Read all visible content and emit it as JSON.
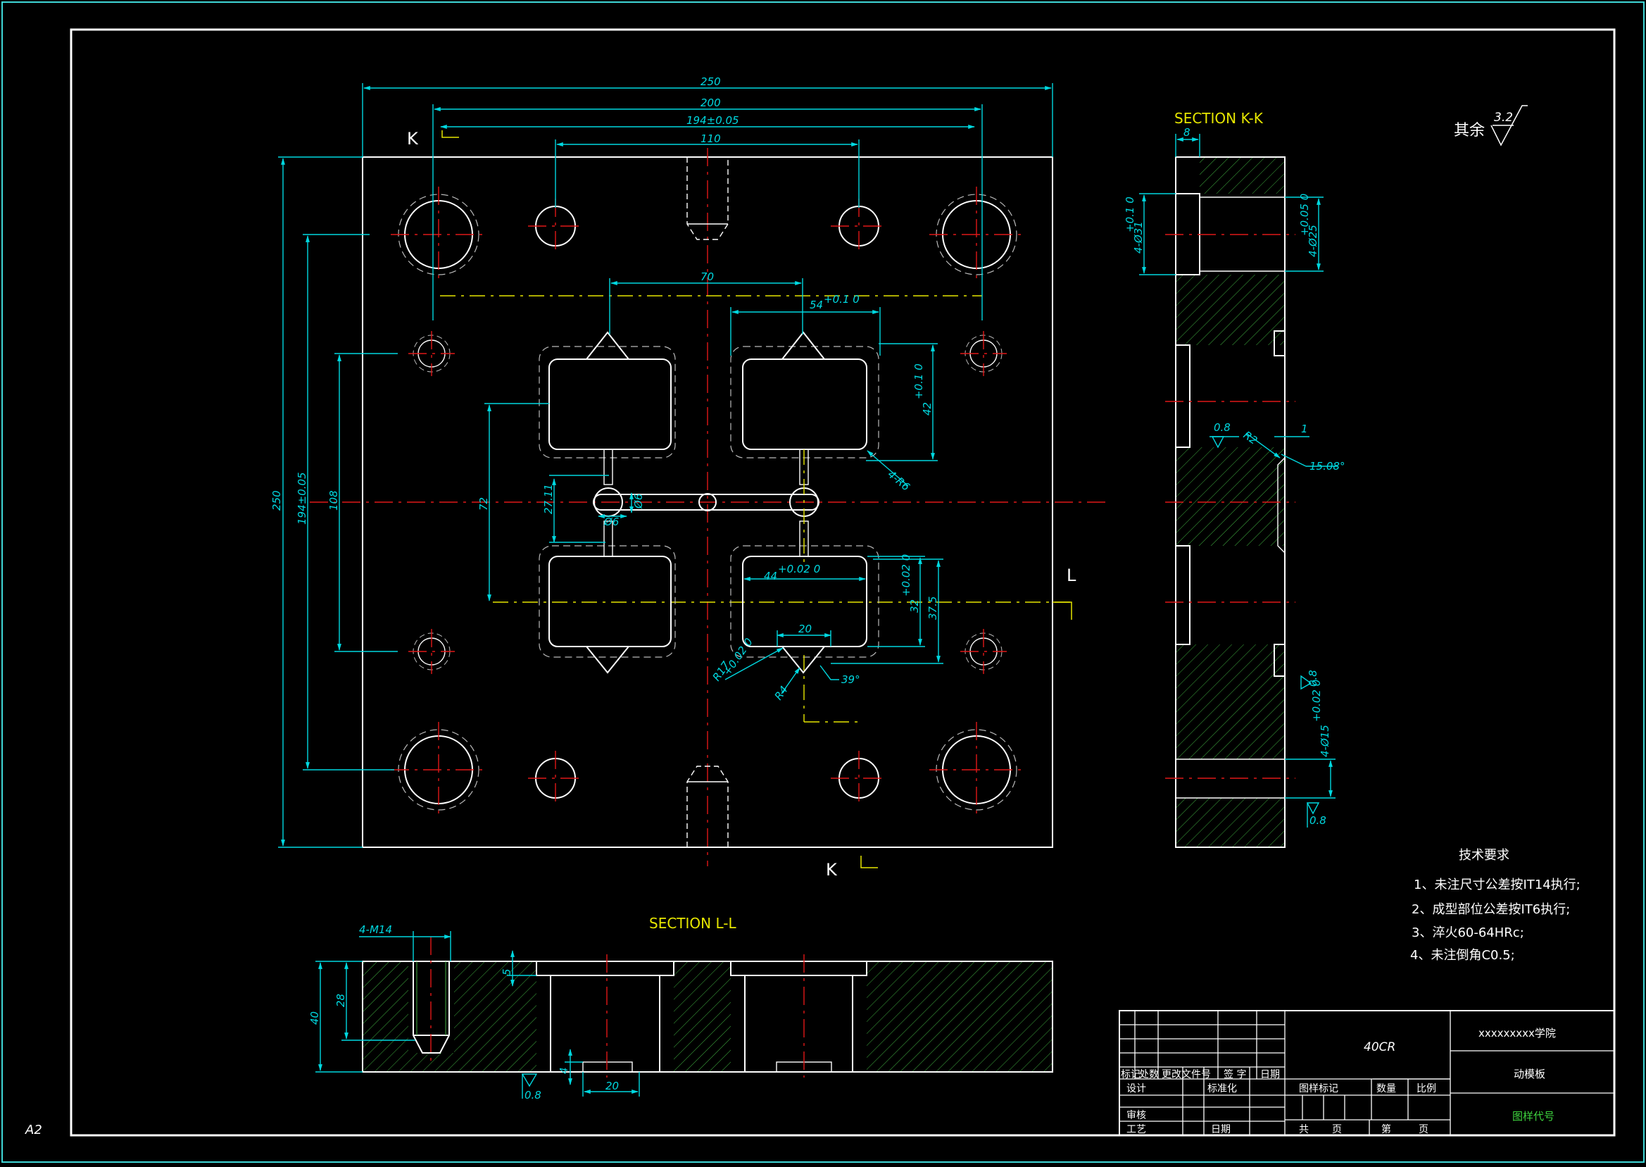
{
  "drawing": {
    "sheet_size": "A2",
    "material": "40CR",
    "school": "xxxxxxxxx学院",
    "part_name": "动模板",
    "drawing_no": "图样代号",
    "surface_finish": {
      "label": "其余",
      "value": "3.2"
    }
  },
  "views": {
    "section_kk": "SECTION K-K",
    "section_ll": "SECTION L-L",
    "cut_k": "K",
    "cut_l": "L"
  },
  "dims_top": {
    "w250": "250",
    "w200": "200",
    "w194": "194±0.05",
    "w110": "110",
    "w70": "70",
    "w54": "54",
    "w54_tol": "+0.1 0",
    "h250": "250",
    "h194": "194±0.05",
    "h108": "108",
    "h72": "72",
    "d27": "27.11",
    "phi6a": "Ø6",
    "phi6b": "Ø6",
    "h42": "42",
    "h42_tol": "+0.1 0",
    "r6": "4-R6",
    "w44": "44",
    "w44_tol": "+0.02 0",
    "h32": "32",
    "h32_tol": "+0.02 0",
    "h37": "37.5",
    "w20": "20",
    "r17": "R17",
    "r17_tol": "+0.02 0",
    "r4": "R4",
    "a39": "39°"
  },
  "dims_kk": {
    "t8": "8",
    "phi31": "4-Ø31",
    "phi31_tol": "+0.1 0",
    "phi25": "4-Ø25",
    "phi25_tol": "+0.05 0",
    "ra08a": "0.8",
    "r2": "R2",
    "t1": "1",
    "a15": "15.08°",
    "ra08b": "0.8",
    "phi15": "4-Ø15",
    "phi15_tol": "+0.02 0",
    "ra08c": "0.8"
  },
  "dims_ll": {
    "m14": "4-M14",
    "h40": "40",
    "h28": "28",
    "t5": "5",
    "t4": "4",
    "w20": "20",
    "ra08": "0.8"
  },
  "tech": {
    "title": "技术要求",
    "items": [
      "1、未注尺寸公差按IT14执行;",
      "2、成型部位公差按IT6执行;",
      "3、淬火60-64HRc;",
      "4、未注倒角C0.5;"
    ]
  },
  "title_block": {
    "rev_headers": [
      "标记",
      "处数",
      "更改文件号",
      "签 字",
      "日期"
    ],
    "design": "设计",
    "standard": "标准化",
    "check": "审核",
    "process": "工艺",
    "date": "日期",
    "stage_mark": "图样标记",
    "qty": "数量",
    "scale": "比例",
    "total": "共",
    "page1": "页",
    "sheet": "第",
    "page2": "页"
  }
}
